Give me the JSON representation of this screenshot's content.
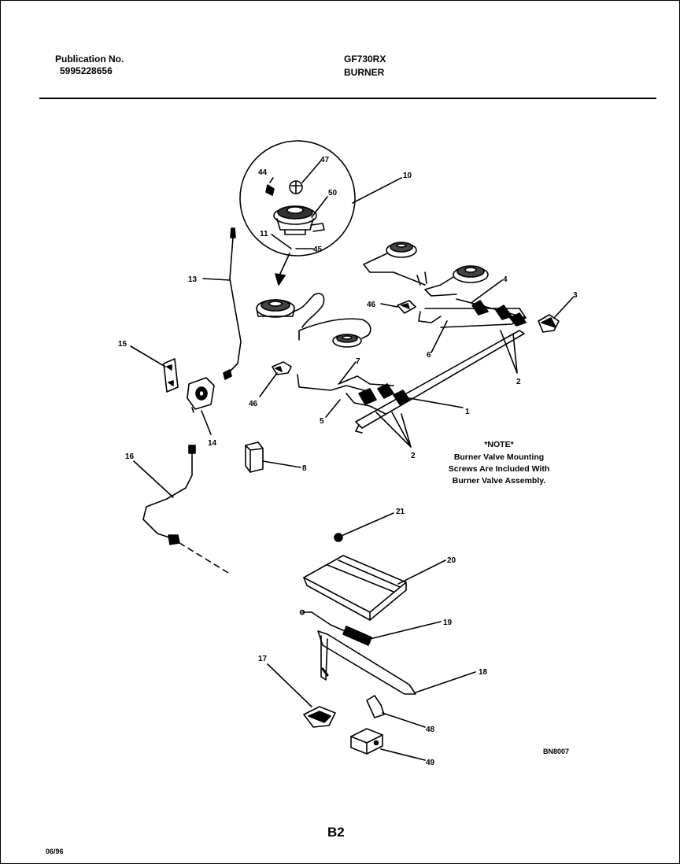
{
  "header": {
    "publication_label": "Publication No.",
    "publication_number": "5995228656",
    "model": "GF730RX",
    "section": "BURNER"
  },
  "parts": [
    {
      "id": "p1",
      "label": "1"
    },
    {
      "id": "p2a",
      "label": "2"
    },
    {
      "id": "p2b",
      "label": "2"
    },
    {
      "id": "p3",
      "label": "3"
    },
    {
      "id": "p4",
      "label": "4"
    },
    {
      "id": "p5",
      "label": "5"
    },
    {
      "id": "p6",
      "label": "6"
    },
    {
      "id": "p7",
      "label": "7"
    },
    {
      "id": "p8",
      "label": "8"
    },
    {
      "id": "p10",
      "label": "10"
    },
    {
      "id": "p11",
      "label": "11"
    },
    {
      "id": "p13",
      "label": "13"
    },
    {
      "id": "p14",
      "label": "14"
    },
    {
      "id": "p15",
      "label": "15"
    },
    {
      "id": "p16",
      "label": "16"
    },
    {
      "id": "p17",
      "label": "17"
    },
    {
      "id": "p18",
      "label": "18"
    },
    {
      "id": "p19",
      "label": "19"
    },
    {
      "id": "p20",
      "label": "20"
    },
    {
      "id": "p21",
      "label": "21"
    },
    {
      "id": "p44",
      "label": "44"
    },
    {
      "id": "p45",
      "label": "45"
    },
    {
      "id": "p46a",
      "label": "46"
    },
    {
      "id": "p46b",
      "label": "46"
    },
    {
      "id": "p47",
      "label": "47"
    },
    {
      "id": "p48",
      "label": "48"
    },
    {
      "id": "p49",
      "label": "49"
    },
    {
      "id": "p50",
      "label": "50"
    }
  ],
  "note": {
    "title": "*NOTE*",
    "lines": [
      "Burner Valve Mounting",
      "Screws Are Included With",
      "Burner Valve Assembly."
    ]
  },
  "diagram_code": "BN8007",
  "page_label": "B2",
  "footer_code": "06/96"
}
